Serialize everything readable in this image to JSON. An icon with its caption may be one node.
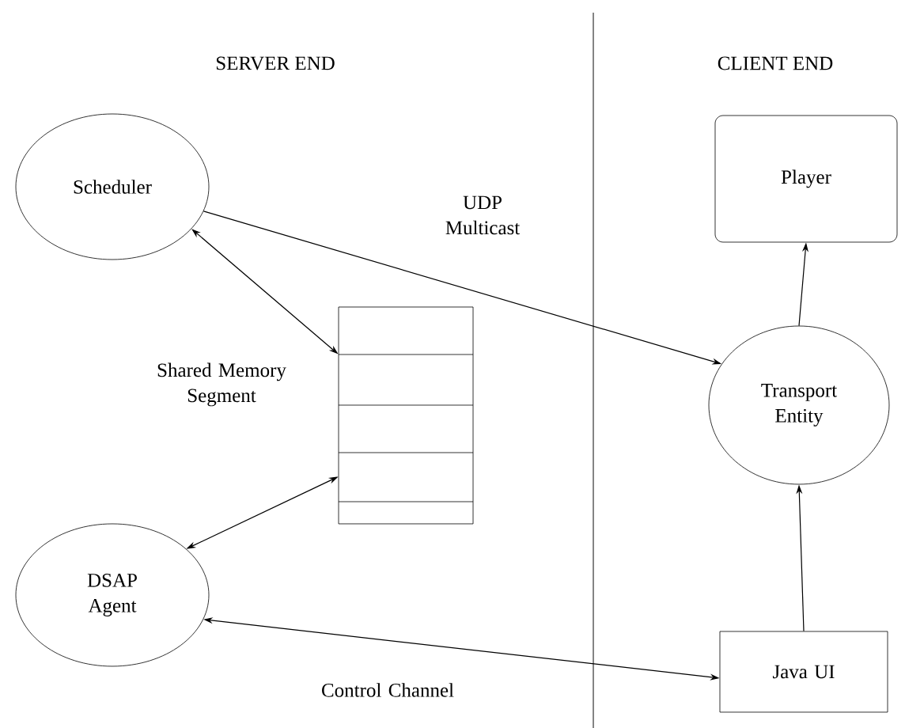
{
  "diagram": {
    "nodes": [
      {
        "text": [
          "Scheduler"
        ]
      },
      {
        "text": [],
        "shape": "box",
        "beside": [
          "Shared Memory Segment"
        ]
      },
      {
        "text": [
          "DSAP Agent"
        ]
      },
      {
        "text": [
          "Player"
        ]
      },
      {
        "text": [
          "Transport Entity"
        ]
      },
      {
        "text": [
          "Java UI"
        ]
      }
    ],
    "edges": [
      {
        "from": 0,
        "to": 1,
        "arrow": "both"
      },
      {
        "from": 0,
        "to": 4,
        "arrow": "to",
        "label": "UDP Multicast"
      },
      {
        "from": 1,
        "to": 2,
        "arrow": "both"
      },
      {
        "from": 2,
        "to": 5,
        "arrow": "both",
        "label": "Control Channel"
      },
      {
        "from": 4,
        "to": 3,
        "arrow": "to"
      },
      {
        "from": 5,
        "to": 4,
        "arrow": "to"
      }
    ],
    "labels": [
      "SERVER END",
      "CLIENT END"
    ]
  }
}
